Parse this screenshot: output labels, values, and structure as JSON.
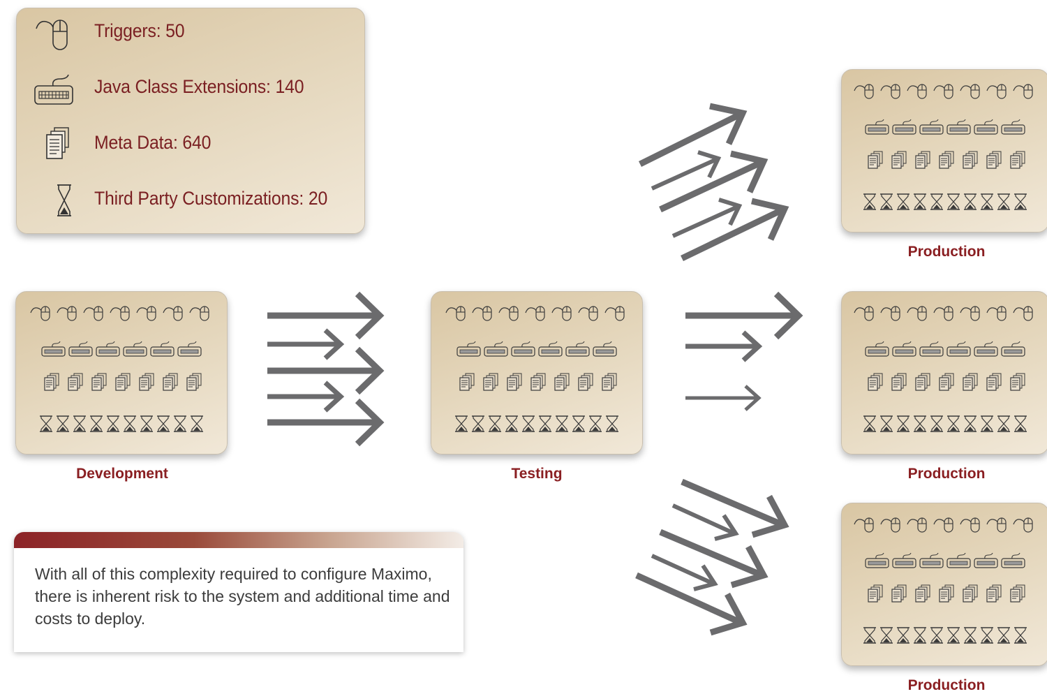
{
  "legend": {
    "items": [
      {
        "icon": "mouse-icon",
        "label": "Triggers: 50"
      },
      {
        "icon": "keyboard-icon",
        "label": "Java Class Extensions: 140"
      },
      {
        "icon": "documents-icon",
        "label": "Meta Data: 640"
      },
      {
        "icon": "hourglass-icon",
        "label": "Third Party Customizations: 20"
      }
    ]
  },
  "environments": {
    "development": "Development",
    "testing": "Testing",
    "production_1": "Production",
    "production_2": "Production",
    "production_3": "Production"
  },
  "icon_counts": {
    "triggers": 7,
    "java_class_extensions": 6,
    "meta_data": 7,
    "third_party": 10
  },
  "callout": {
    "text": "With all of this complexity required to configure Maximo, there is inherent risk to the system and additional time and costs to deploy."
  },
  "colors": {
    "label": "#8a1f22",
    "arrow": "#6b6b6d",
    "panel": "#e0d1b4",
    "callout_bar": "#8c2327"
  }
}
